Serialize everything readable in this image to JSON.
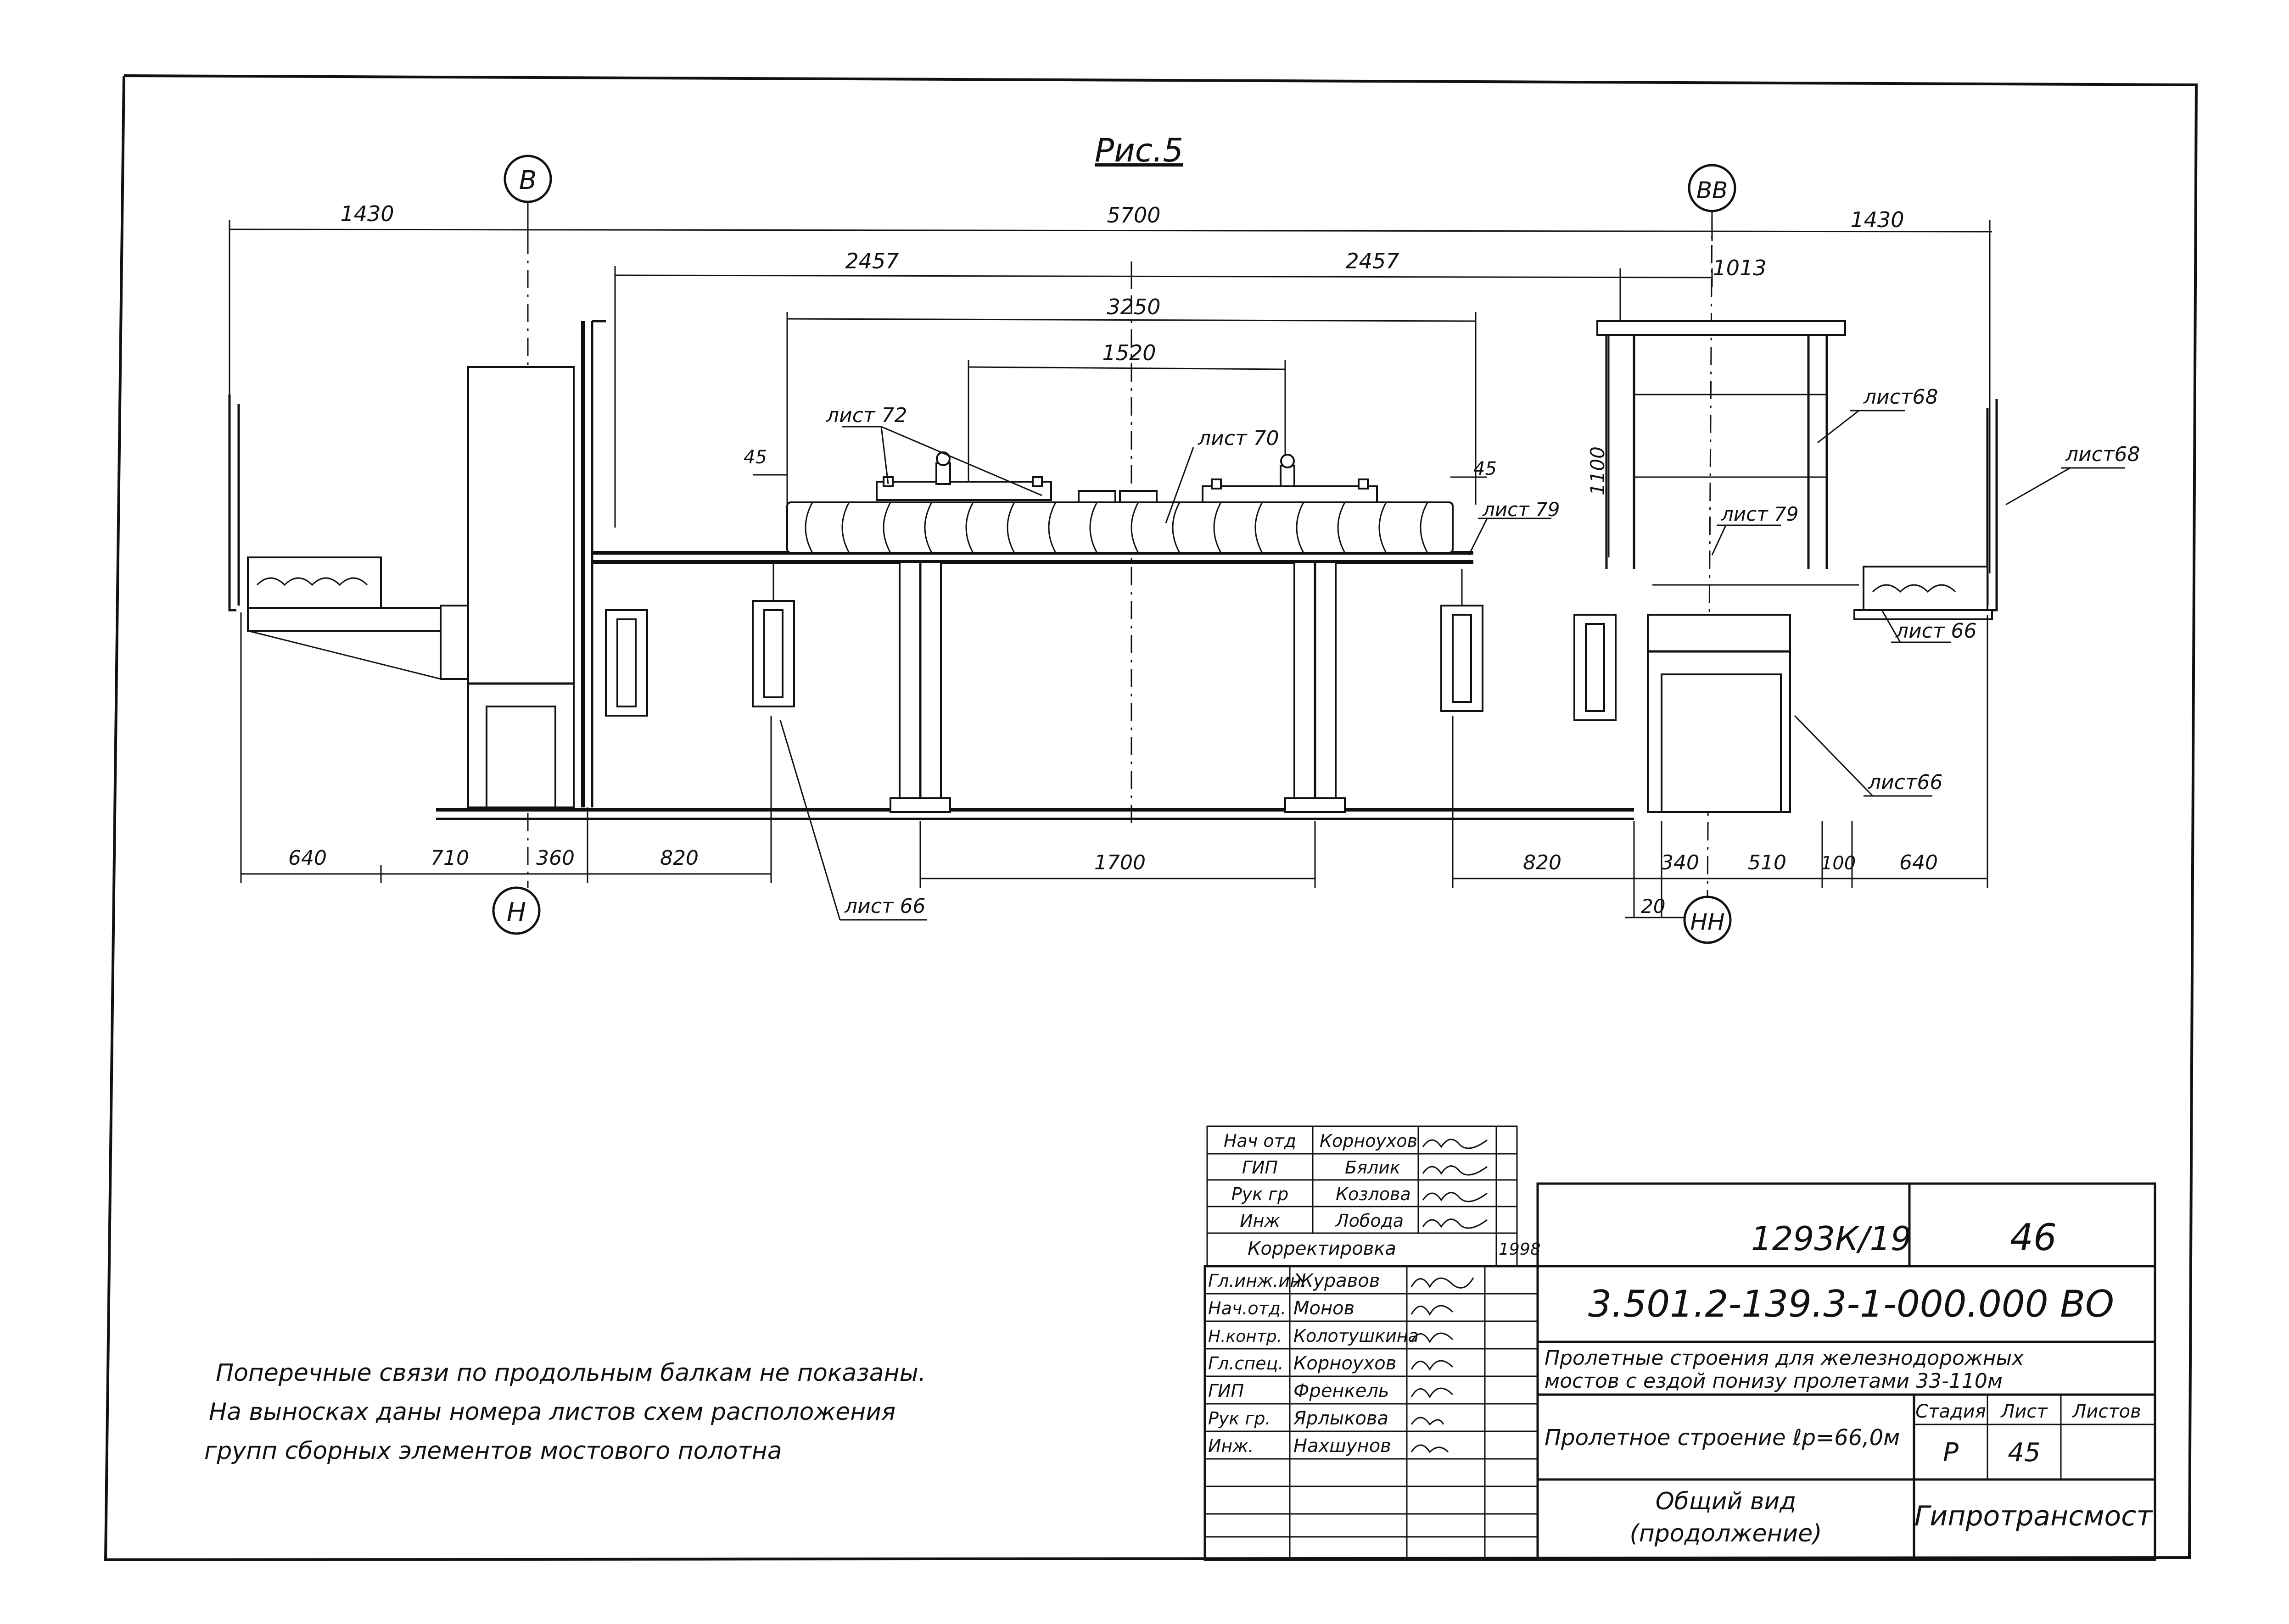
{
  "figure_title": "Рис.5",
  "axes": {
    "top_left": "В",
    "top_right": "ВВ",
    "bottom_left": "Н",
    "bottom_right": "НН"
  },
  "dimensions": {
    "top": [
      "1430",
      "5700",
      "1430"
    ],
    "second": [
      "2457",
      "2457",
      "1013"
    ],
    "third": "3250",
    "fourth": "1520",
    "small_left": "45",
    "small_right": "45",
    "vertical": "1100",
    "bottom": [
      "640",
      "710",
      "360",
      "820",
      "1700",
      "820",
      "340",
      "510",
      "100",
      "640"
    ],
    "bottom_extra": "20"
  },
  "callouts": {
    "list72": "лист 72",
    "list70": "лист 70",
    "list79a": "лист 79",
    "list79b": "лист 79",
    "list68a": "лист68",
    "list68b": "лист68",
    "list66a": "лист 66",
    "list66b": "лист66",
    "list66c": "лист 66"
  },
  "notes": [
    "Поперечные связи по продольным балкам не показаны.",
    "На выносках даны номера листов схем расположения",
    "групп сборных элементов мостового полотна"
  ],
  "correction_block": {
    "rows": [
      {
        "role": "Нач отд",
        "name": "Корноухов"
      },
      {
        "role": "ГИП",
        "name": "Бялик"
      },
      {
        "role": "Рук гр",
        "name": "Козлова"
      },
      {
        "role": "Инж",
        "name": "Лобода"
      }
    ],
    "label": "Корректировка",
    "year": "1998"
  },
  "signatures_block": [
    {
      "role": "Гл.инж.ин.",
      "name": "Журавов"
    },
    {
      "role": "Нач.отд.",
      "name": "Монов"
    },
    {
      "role": "Н.контр.",
      "name": "Колотушкина"
    },
    {
      "role": "Гл.спец.",
      "name": "Корноухов"
    },
    {
      "role": "ГИП",
      "name": "Френкель"
    },
    {
      "role": "Рук гр.",
      "name": "Ярлыкова"
    },
    {
      "role": "Инж.",
      "name": "Нахшунов"
    }
  ],
  "title_block": {
    "archive_number": "1293К/19",
    "sheet_top": "46",
    "document_code": "3.501.2-139.3-1-000.000 ВО",
    "project_line1": "Пролетные строения для железнодорожных",
    "project_line2": "мостов с ездой понизу пролетами 33-110м",
    "structure": "Пролетное строение ℓр=66,0м",
    "stage_header": "Стадия",
    "sheet_header": "Лист",
    "sheets_header": "Листов",
    "stage": "Р",
    "sheet": "45",
    "sheets": "",
    "drawing_title_line1": "Общий вид",
    "drawing_title_line2": "(продолжение)",
    "organization": "Гипротрансмост"
  }
}
